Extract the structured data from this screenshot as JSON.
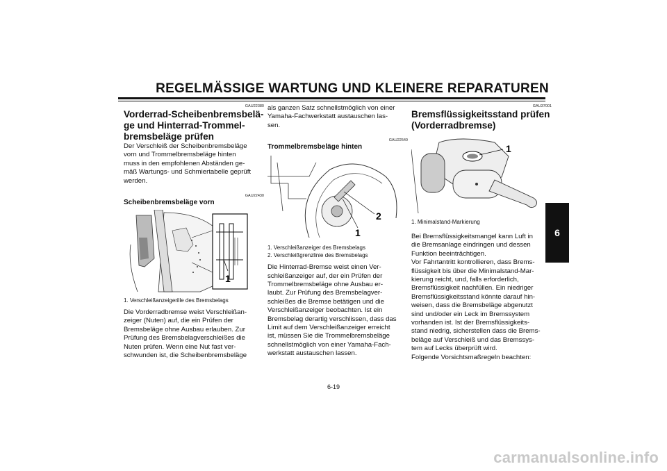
{
  "header": {
    "title": "REGELMÄSSIGE WARTUNG UND KLEINERE REPARATUREN"
  },
  "chapter_tab": "6",
  "col1": {
    "code1": "GAU22380",
    "heading": [
      "Vorderrad-Scheibenbremsbelä-",
      "ge und Hinterrad-Trommel-",
      "bremsbeläge prüfen"
    ],
    "intro": [
      "Der Verschleiß der Scheibenbremsbeläge",
      "vorn und Trommelbremsbeläge hinten",
      "muss in den empfohlenen Abständen ge-",
      "mäß Wartungs- und Schmiertabelle geprüft",
      "werden."
    ],
    "code2": "GAU22430",
    "subheading": "Scheibenbremsbeläge vorn",
    "fig_callout": "1",
    "caption": "1.  Verschleißanzeigerille des Bremsbelags",
    "body": [
      "Die Vorderradbremse weist Verschleißan-",
      "zeiger (Nuten) auf, die ein Prüfen der",
      "Bremsbeläge ohne Ausbau erlauben. Zur",
      "Prüfung des Bremsbelagverschleißes die",
      "Nuten prüfen. Wenn eine Nut fast ver-",
      "schwunden ist, die Scheibenbremsbeläge"
    ]
  },
  "col2": {
    "cont": [
      "als ganzen Satz schnellstmöglich von einer",
      "Yamaha-Fachwerkstatt austauschen las-",
      "sen."
    ],
    "code": "GAU22540",
    "subheading": "Trommelbremsbeläge hinten",
    "fig_callout1": "1",
    "fig_callout2": "2",
    "captions": [
      "1.  Verschleißanzeiger des Bremsbelags",
      "2.  Verschleißgrenzlinie des Bremsbelags"
    ],
    "body": [
      "Die Hinterrad-Bremse weist einen Ver-",
      "schleißanzeiger auf, der ein Prüfen der",
      "Trommelbremsbeläge ohne Ausbau er-",
      "laubt. Zur Prüfung des Bremsbelagver-",
      "schleißes die Bremse betätigen und die",
      "Verschleißanzeiger beobachten. Ist ein",
      "Bremsbelag derartig verschlissen, dass das",
      "Limit auf dem Verschleißanzeiger erreicht",
      "ist, müssen Sie die Trommelbremsbeläge",
      "schnellstmöglich von einer Yamaha-Fach-",
      "werkstatt austauschen lassen."
    ]
  },
  "col3": {
    "code": "GAU37001",
    "heading": [
      "Bremsflüssigkeitsstand prüfen",
      "(Vorderradbremse)"
    ],
    "fig_callout": "1",
    "caption": "1.  Minimalstand-Markierung",
    "body": [
      "Bei Bremsflüssigkeitsmangel kann Luft in",
      "die Bremsanlage eindringen und dessen",
      "Funktion beeinträchtigen.",
      "Vor Fahrtantritt kontrollieren, dass Brems-",
      "flüssigkeit bis über die Minimalstand-Mar-",
      "kierung reicht, und, falls erforderlich,",
      "Bremsflüssigkeit nachfüllen. Ein niedriger",
      "Bremsflüssigkeitsstand könnte darauf hin-",
      "weisen, dass die Bremsbeläge abgenutzt",
      "sind und/oder ein Leck im Bremssystem",
      "vorhanden ist. Ist der Bremsflüssigkeits-",
      "stand niedrig, sicherstellen dass die Brems-",
      "beläge auf Verschleiß und das Bremssys-",
      "tem auf Lecks überprüft wird.",
      "Folgende Vorsichtsmaßregeln beachten:"
    ]
  },
  "footer": {
    "page": "6-19"
  },
  "watermark": "carmanualsonline.info"
}
